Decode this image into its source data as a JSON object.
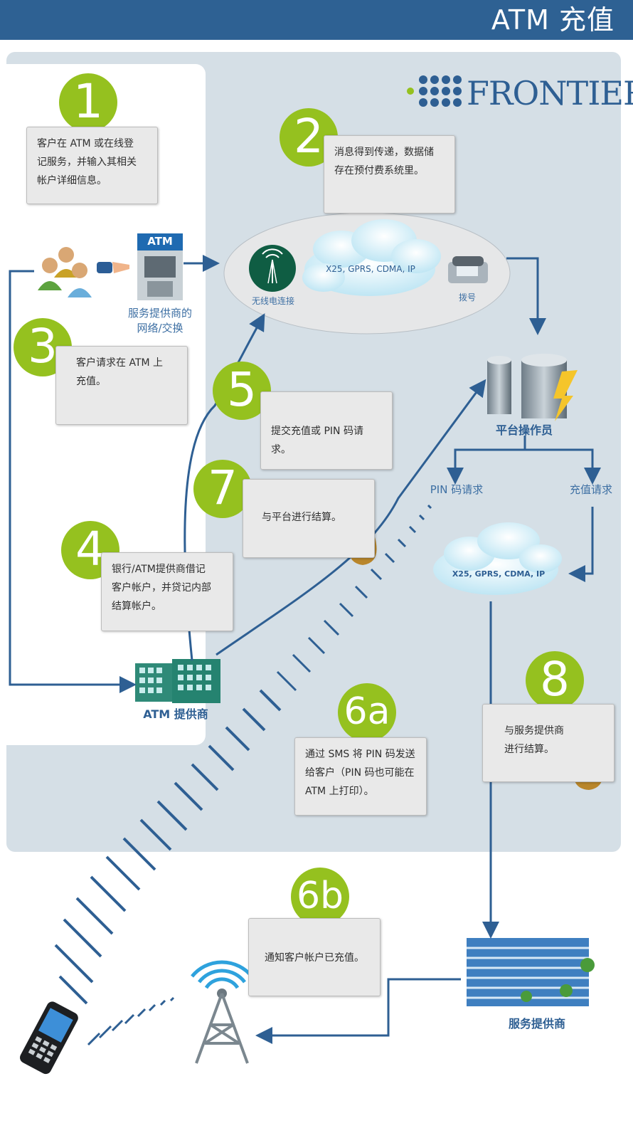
{
  "header": {
    "title": "ATM 充值"
  },
  "logo": {
    "name": "FRONTIER"
  },
  "steps": {
    "s1": {
      "number": "1",
      "text": "客户在 ATM 或在线登\n记服务，并输入其相关\n帐户详细信息。"
    },
    "s2": {
      "number": "2",
      "text": "消息得到传递，数据储\n存在预付费系统里。"
    },
    "s3": {
      "number": "3",
      "text": "客户请求在 ATM 上\n充值。"
    },
    "s4": {
      "number": "4",
      "text": "银行/ATM提供商借记\n客户帐户，并贷记内部\n结算帐户。"
    },
    "s5": {
      "number": "5",
      "text": "提交充值或 PIN 码请求。"
    },
    "s6a": {
      "number": "6a",
      "text": "通过 SMS 将 PIN 码发送\n给客户（PIN 码也可能在\nATM 上打印）。"
    },
    "s6b": {
      "number": "6b",
      "text": "通知客户帐户已充值。"
    },
    "s7": {
      "number": "7",
      "text": "与平台进行结算。"
    },
    "s8": {
      "number": "8",
      "text": "与服务提供商\n进行结算。"
    }
  },
  "labels": {
    "atm_sign": "ATM",
    "provider_network": "服务提供商的\n网络/交换",
    "wireless": "无线电连接",
    "network_cloud": "X25, GPRS, CDMA, IP",
    "dialup": "拨号",
    "platform_operator": "平台操作员",
    "pin_request": "PIN 码请求",
    "topup_request": "充值请求",
    "cloud2": "X25, GPRS, CDMA, IP",
    "atm_provider": "ATM 提供商",
    "service_provider": "服务提供商",
    "money_symbol": "$"
  },
  "colors": {
    "header": "#2e6193",
    "accent_green": "#95c11f",
    "arrow": "#2e5f93",
    "panel": "#d5dfe6"
  },
  "icons": [
    "customers-icon",
    "hand-pointer-icon",
    "atm-machine-icon",
    "radio-tower-icon",
    "cloud-icon",
    "telephone-icon",
    "database-server-icon",
    "money-bag-icon",
    "office-building-icon",
    "company-headquarters-icon",
    "transmission-tower-icon",
    "mobile-phone-icon"
  ]
}
